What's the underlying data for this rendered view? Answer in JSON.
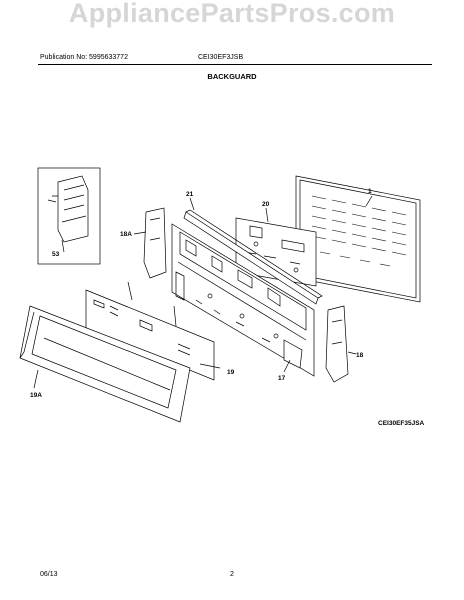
{
  "watermark": "AppliancePartsPros.com",
  "header": {
    "publication": "Publication No: 5995633772",
    "model": "CEI30EF3JSB"
  },
  "section_title": "BACKGUARD",
  "diagram": {
    "reference_code": "CEI30EF35JSA",
    "part_labels": {
      "p1": "1",
      "p17": "17",
      "p18": "18",
      "p18a": "18A",
      "p19": "19",
      "p19a": "19A",
      "p20": "20",
      "p21": "21",
      "p53": "53"
    }
  },
  "footer": {
    "date": "06/13",
    "page": "2"
  }
}
